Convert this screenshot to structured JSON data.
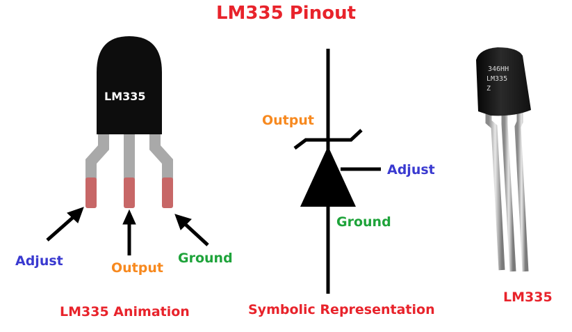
{
  "title": "LM335 Pinout",
  "colors": {
    "title": "#e8232b",
    "adjust": "#3a3ad0",
    "output": "#f7891f",
    "ground": "#1ea33a",
    "caption": "#e8232b",
    "body": "#0d0d0d",
    "lead": "#a9a9a9",
    "lead_tip": "#c76767"
  },
  "animation": {
    "chip_label": "LM335",
    "pins": {
      "adjust": "Adjust",
      "output": "Output",
      "ground": "Ground"
    },
    "caption": "LM335 Animation"
  },
  "symbol": {
    "output": "Output",
    "adjust": "Adjust",
    "ground": "Ground",
    "caption": "Symbolic Representation"
  },
  "photo": {
    "marking": [
      "346HH",
      "LM335",
      "Z"
    ],
    "caption": "LM335"
  }
}
